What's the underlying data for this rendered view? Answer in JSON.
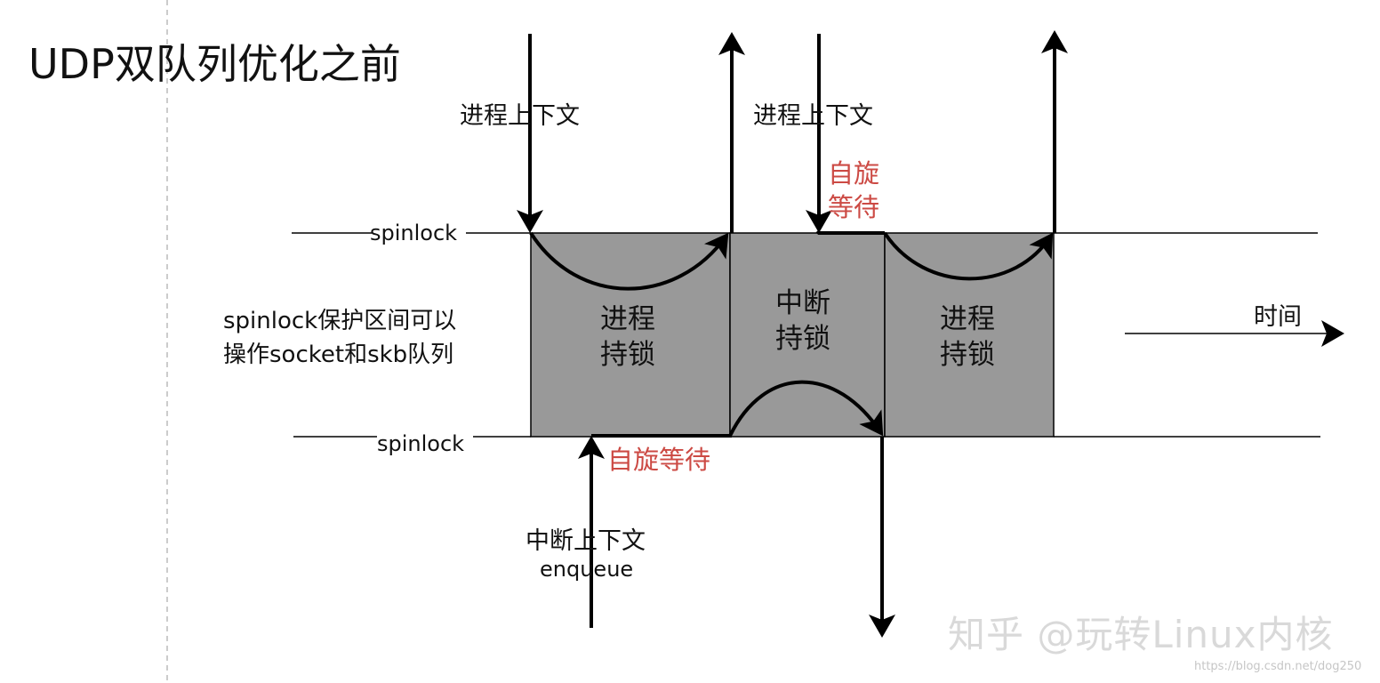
{
  "title": "UDP双队列优化之前",
  "process_ctx_left": "进程上下文",
  "process_ctx_right": "进程上下文",
  "spinlock_top": "spinlock",
  "spinlock_bottom": "spinlock",
  "spin_wait_top": [
    "自旋",
    "等待"
  ],
  "spin_wait_bottom": "自旋等待",
  "box_process_1": [
    "进程",
    "持锁"
  ],
  "box_interrupt": [
    "中断",
    "持锁"
  ],
  "box_process_2": [
    "进程",
    "持锁"
  ],
  "description": [
    "spinlock保护区间可以",
    "操作socket和skb队列"
  ],
  "time_label": "时间",
  "interrupt_ctx": [
    "中断上下文",
    "enqueue"
  ],
  "watermark": "知乎 @玩转Linux内核",
  "source_url": "https://blog.csdn.net/dog250",
  "colors": {
    "box_fill": "#999999",
    "spin_wait_text": "#cc4a44",
    "line": "#000000"
  }
}
